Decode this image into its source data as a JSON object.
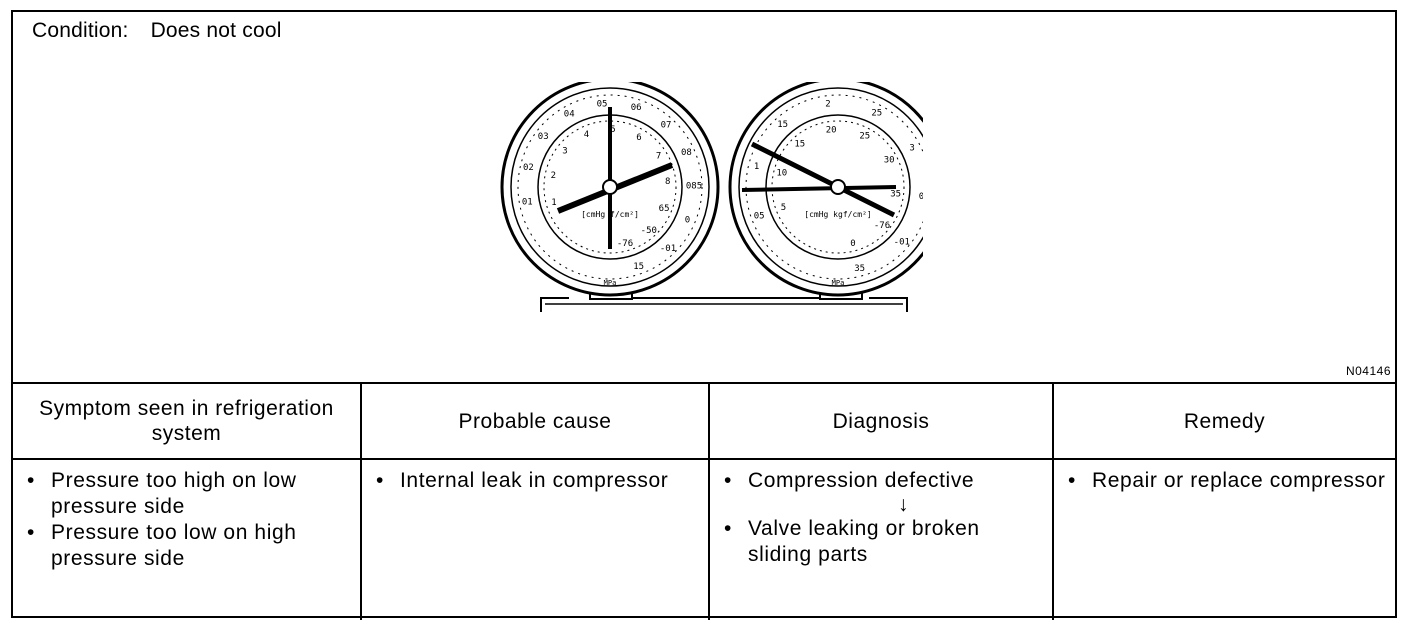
{
  "condition": {
    "label": "Condition:",
    "value": "Does not cool"
  },
  "figure_code": "N04146",
  "gauges": {
    "low": {
      "outer_ticks": [
        "01",
        "02",
        "03",
        "04",
        "05",
        "06",
        "07",
        "08",
        "085",
        "0",
        "-01",
        "15"
      ],
      "inner_ticks": [
        "1",
        "2",
        "3",
        "4",
        "5",
        "6",
        "7",
        "8",
        "65",
        "-50",
        "-76"
      ],
      "units": "[cmHg  f/cm²]",
      "mpa": "MPa"
    },
    "high": {
      "outer_ticks": [
        "05",
        "1",
        "15",
        "2",
        "25",
        "3",
        "0",
        "-01",
        "35"
      ],
      "inner_ticks": [
        "5",
        "10",
        "15",
        "20",
        "25",
        "30",
        "35",
        "-76",
        "0"
      ],
      "units": "[cmHg  kgf/cm²]",
      "mpa": "MPa"
    }
  },
  "table": {
    "headers": {
      "symptom": "Symptom seen in refrigeration system",
      "cause": "Probable cause",
      "diagnosis": "Diagnosis",
      "remedy": "Remedy"
    },
    "symptom": [
      "Pressure too high on low pressure side",
      "Pressure too low on high pressure side"
    ],
    "cause": [
      "Internal leak in compressor"
    ],
    "diagnosis": [
      "Compression defective",
      "Valve leaking or broken sliding parts"
    ],
    "diagnosis_arrow": "↓",
    "remedy": [
      "Repair or replace compressor"
    ],
    "bullet_char": "•"
  }
}
